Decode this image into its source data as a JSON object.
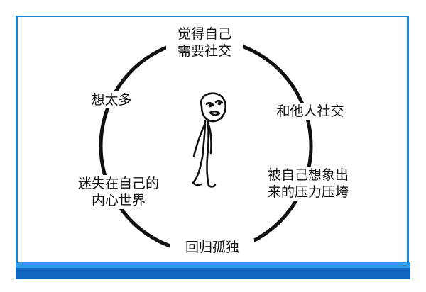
{
  "nodes": [
    {
      "id": "top",
      "text": "觉得自己\n需要社交"
    },
    {
      "id": "right-top",
      "text": "和他人社交"
    },
    {
      "id": "right-bottom",
      "text": "被自己想象出\n来的压力压垮"
    },
    {
      "id": "bottom",
      "text": "回归孤独"
    },
    {
      "id": "left-bottom",
      "text": "迷失在自己的\n内心世界"
    },
    {
      "id": "left-top",
      "text": "想太多"
    }
  ],
  "colors": {
    "frame": "#1b84d6",
    "bar_light": "#2f9be8",
    "bar_dark": "#1467be",
    "ink": "#111111"
  },
  "figure": "stick-figure-person"
}
